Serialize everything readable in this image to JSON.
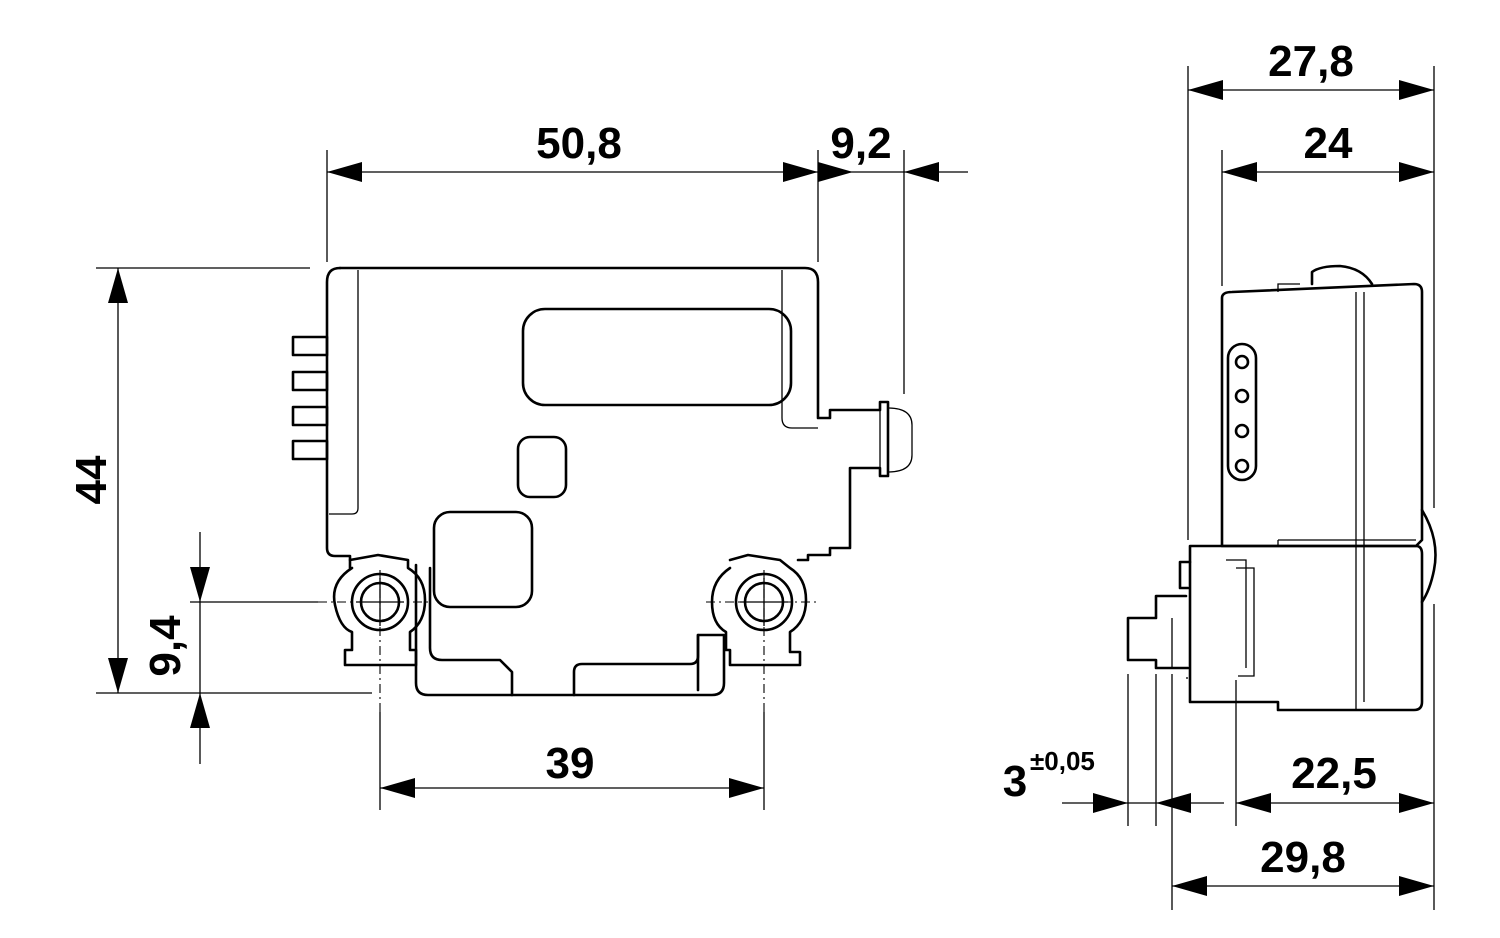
{
  "dimensions": {
    "front_width": "50,8",
    "connector_depth": "9,2",
    "front_height": "44",
    "mount_offset": "9,4",
    "hole_spacing": "39",
    "side_overall_depth": "27,8",
    "side_body_depth": "24",
    "flange_thickness": "3",
    "flange_tolerance": "±0,05",
    "side_inner_depth": "22,5",
    "side_bottom_depth": "29,8"
  }
}
